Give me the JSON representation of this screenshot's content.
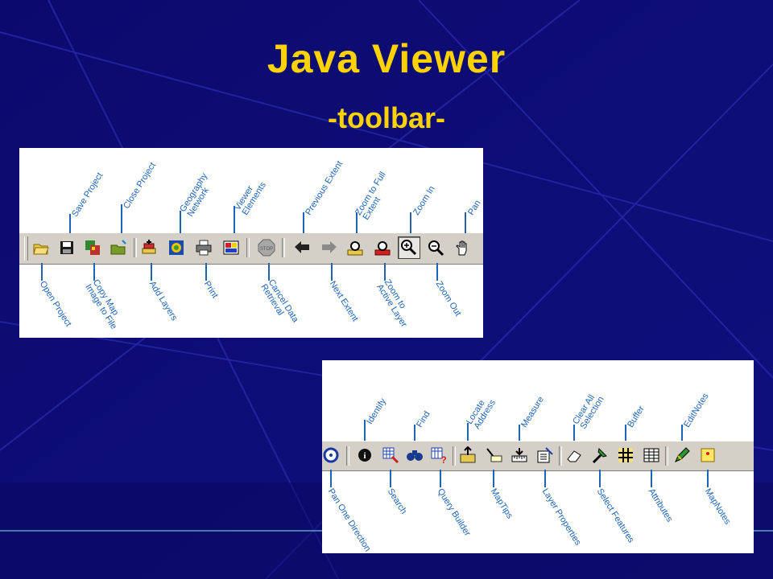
{
  "slide": {
    "title": "Java Viewer",
    "subtitle": "-toolbar-"
  },
  "toolbar1": {
    "top_labels": {
      "save_project": "Save Project",
      "close_project": "Close Project",
      "geography_network": [
        "Geography",
        "Network"
      ],
      "viewer_elements": [
        "Viewer",
        "Elements"
      ],
      "previous_extent": "Previous Extent",
      "zoom_full_extent": [
        "Zoom to Full",
        "Extent"
      ],
      "zoom_in": "Zoom In",
      "pan": "Pan"
    },
    "bottom_labels": {
      "open_project": "Open Project",
      "copy_map": [
        "Copy Map",
        "Image to File"
      ],
      "add_layers": "Add Layers",
      "print": "Print",
      "cancel_data": [
        "Cancel Data",
        "Retrieval"
      ],
      "next_extent": "Next Extent",
      "zoom_active": [
        "Zoom to",
        "Active Layer"
      ],
      "zoom_out": "Zoom Out"
    }
  },
  "toolbar2": {
    "top_labels": {
      "identify": "Identify",
      "find": "Find",
      "locate_address": [
        "Locate",
        "Address"
      ],
      "measure": "Measure",
      "clear_selection": [
        "Clear All",
        "Selection"
      ],
      "buffer": "Buffer",
      "editnotes": "EditNotes"
    },
    "bottom_labels": {
      "pan_one_direction": "Pan One Direction",
      "search": "Search",
      "query_builder": "Query Builder",
      "maptips": "MapTips",
      "layer_properties": "Layer Properties",
      "select_features": "Select Features",
      "attributes": "Attributes",
      "mapnotes": "MapNotes"
    }
  },
  "colors": {
    "background": "#0c0c78",
    "title": "#ffd200",
    "label": "#1f63b5",
    "toolbar": "#d4d0c8"
  }
}
